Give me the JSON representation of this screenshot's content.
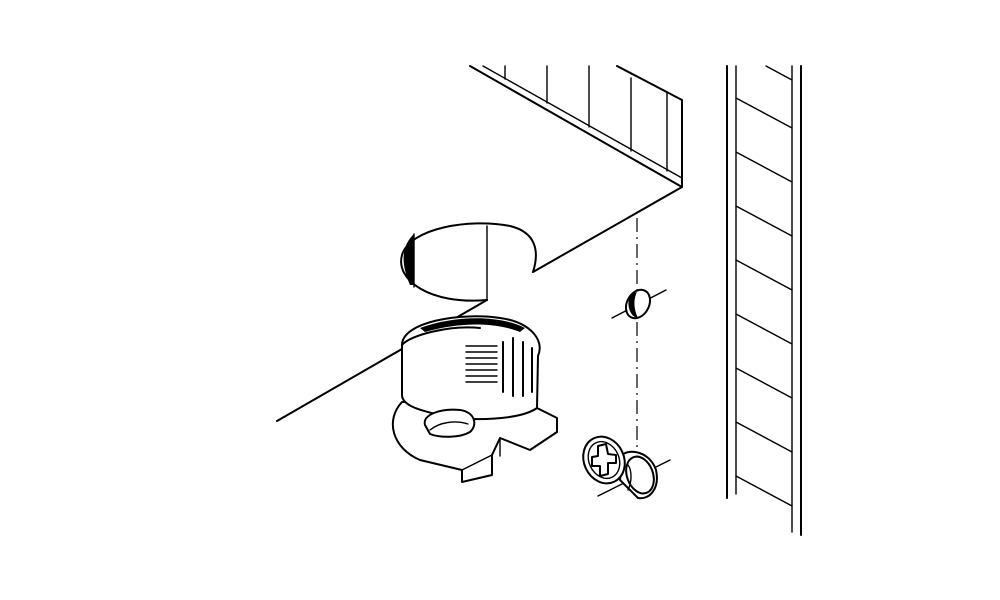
{
  "figure": {
    "kind": "assembly-illustration",
    "parts": [
      "panel-with-bore-hole",
      "cam-lock-housing",
      "connecting-bolt",
      "side-panel"
    ],
    "colors": {
      "stroke": "#000000",
      "background": "#ffffff",
      "fill": "#ffffff"
    }
  }
}
